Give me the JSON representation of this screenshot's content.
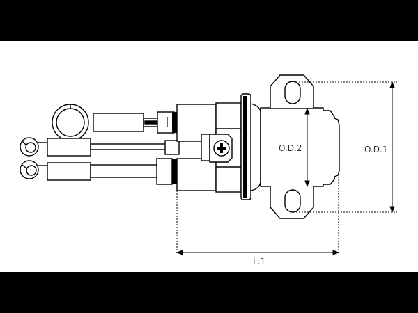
{
  "diagram": {
    "subject": "solenoid with wire terminals",
    "labels": {
      "od1": "O.D.1",
      "od2": "O.D.2",
      "l1": "L.1"
    },
    "colors": {
      "background": "#ffffff",
      "bars": "#000000",
      "line": "#000000",
      "label": "#333333"
    }
  }
}
